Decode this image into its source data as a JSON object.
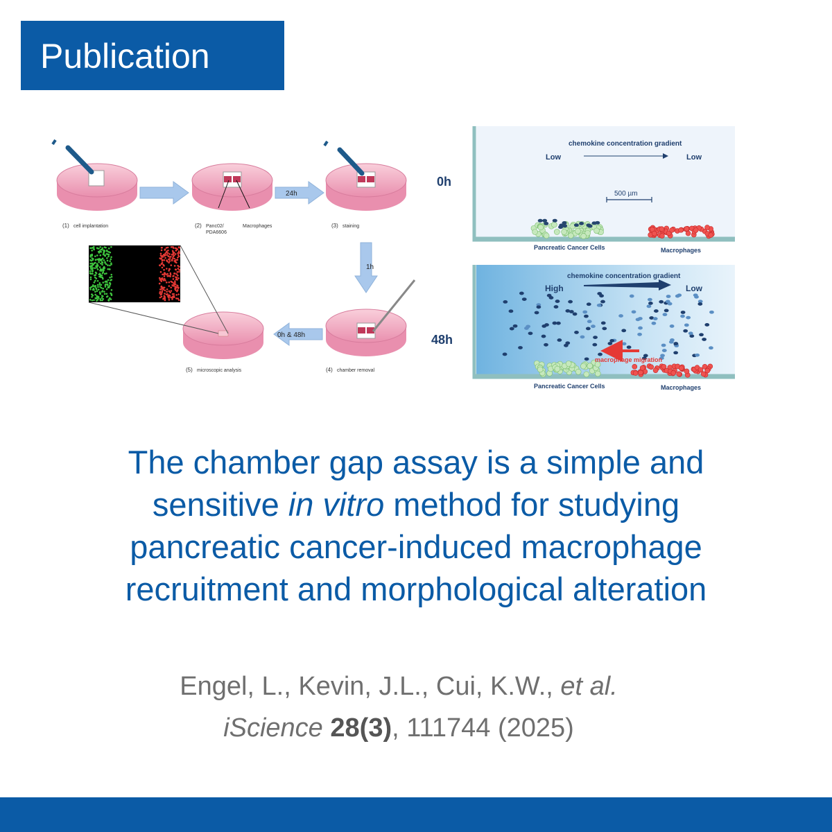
{
  "badge": {
    "label": "Publication"
  },
  "workflow": {
    "steps": [
      {
        "num": "(1)",
        "label": "cell implantation"
      },
      {
        "num": "(2)",
        "label": "Panc02/",
        "label2": "PDA6606",
        "label_right": "Macrophages"
      },
      {
        "num": "(3)",
        "label": "staining"
      },
      {
        "num": "(4)",
        "label": "chamber removal"
      },
      {
        "num": "(5)",
        "label": "microscopic analysis"
      }
    ],
    "arrows": [
      "24h",
      "1h",
      "0h & 48h"
    ]
  },
  "chambers": {
    "top": {
      "time": "0h",
      "gradient_title": "chemokine concentration gradient",
      "left_level": "Low",
      "right_level": "Low",
      "scale": "500 µm",
      "left_label": "Pancreatic Cancer Cells",
      "right_label": "Macrophages"
    },
    "bottom": {
      "time": "48h",
      "gradient_title": "chemokine concentration gradient",
      "left_level": "High",
      "right_level": "Low",
      "migration": "macrophage migration",
      "left_label": "Pancreatic Cancer Cells",
      "right_label": "Macrophages"
    }
  },
  "title": {
    "line1": "The chamber gap assay is a simple and",
    "line2_a": "sensitive ",
    "line2_b": "in vitro",
    "line2_c": " method for studying",
    "line3": "pancreatic cancer-induced macrophage",
    "line4": "recruitment and morphological alteration"
  },
  "citation": {
    "authors": "Engel, L., Kevin, J.L., Cui, K.W., ",
    "etal": "et al.",
    "journal": "iScience",
    "volume": "28(3)",
    "rest": ", 111744 (2025)"
  },
  "colors": {
    "brand": "#0b5ba6",
    "dish": "#f3b6c8",
    "arrow": "#a9c8ec",
    "cancer": "#a8d8a0",
    "macrophage": "#ef5350"
  }
}
